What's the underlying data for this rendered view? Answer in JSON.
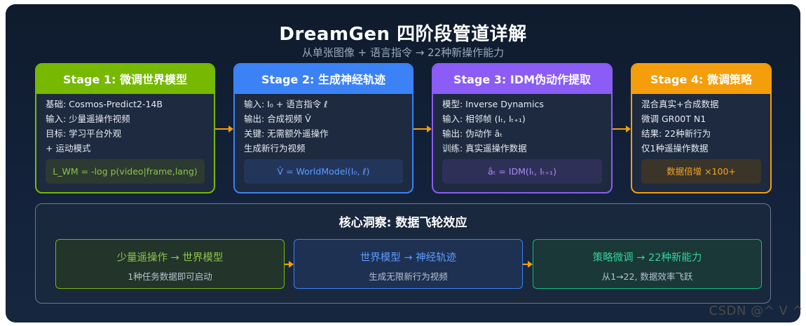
{
  "header": {
    "title": "DreamGen 四阶段管道详解",
    "subtitle": "从单张图像 + 语言指令 → 22种新操作能力"
  },
  "stages": [
    {
      "title": "Stage 1: 微调世界模型",
      "lines": [
        "基础: Cosmos-Predict2-14B",
        "输入: 少量遥操作视频",
        "目标: 学习平台外观",
        "+ 运动模式"
      ],
      "formula": "L_WM = -log p(video|frame,lang)",
      "color": "#76b900"
    },
    {
      "title": "Stage 2: 生成神经轨迹",
      "lines": [
        "输入: I₀ + 语言指令 ℓ",
        "输出: 合成视频 V̂",
        "关键: 无需额外遥操作",
        "生成新行为视频"
      ],
      "formula": "V̂ = WorldModel(I₀, ℓ)",
      "color": "#3b82f6"
    },
    {
      "title": "Stage 3: IDM伪动作提取",
      "lines": [
        "模型: Inverse Dynamics",
        "输入: 相邻帧 (Iₜ, Iₜ₊₁)",
        "输出: 伪动作 âₜ",
        "训练: 真实遥操作数据"
      ],
      "formula": "âₜ = IDM(Iₜ, Iₜ₊₁)",
      "color": "#8b5cf6"
    },
    {
      "title": "Stage 4: 微调策略",
      "lines": [
        "混合真实+合成数据",
        "微调 GR00T N1",
        "结果: 22种新行为",
        "仅1种遥操作数据"
      ],
      "formula": "数据倍增 ×100+",
      "color": "#f59e0b"
    }
  ],
  "insight": {
    "title": "核心洞察: 数据飞轮效应",
    "boxes": [
      {
        "title": "少量遥操作 → 世界模型",
        "desc": "1种任务数据即可启动"
      },
      {
        "title": "世界模型 → 神经轨迹",
        "desc": "生成无限新行为视频"
      },
      {
        "title": "策略微调 → 22种新能力",
        "desc": "从1→22, 数据效率飞跃"
      }
    ]
  },
  "watermark": "CSDN @^ V ^"
}
